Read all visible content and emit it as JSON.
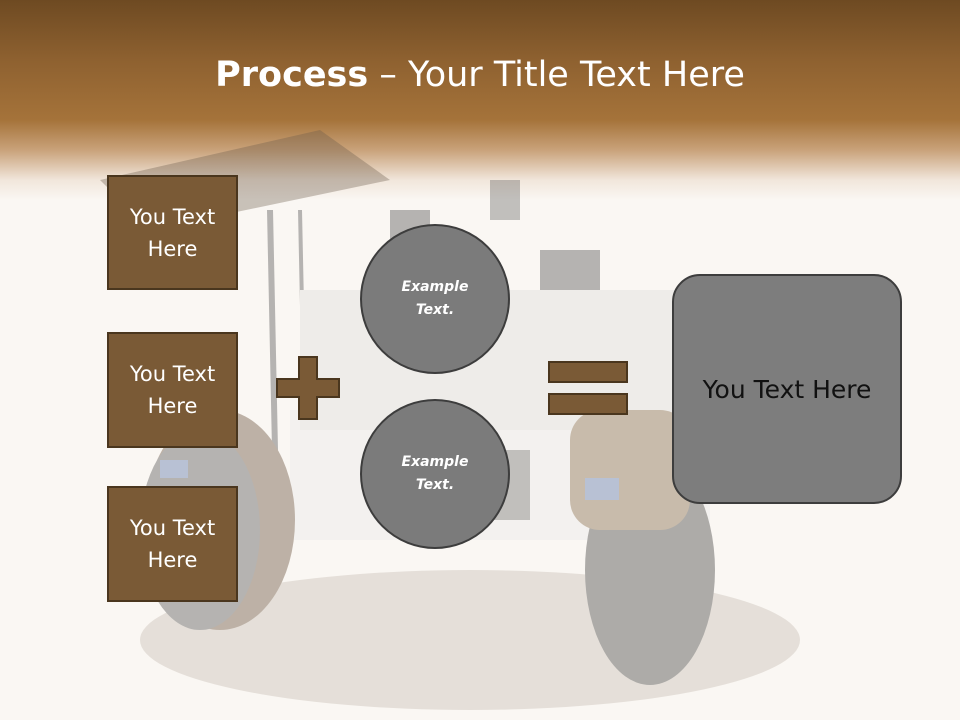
{
  "slide": {
    "title_bold": "Process",
    "title_dash": " – ",
    "title_rest": "Your Title Text Here"
  },
  "left_boxes": [
    {
      "label": "You Text Here"
    },
    {
      "label": "You Text Here"
    },
    {
      "label": "You Text Here"
    }
  ],
  "circles": [
    {
      "label": "Example Text."
    },
    {
      "label": "Example Text."
    }
  ],
  "result_box": {
    "label": "You Text Here"
  },
  "colors": {
    "header_brown": "#8e6130",
    "box_fill": "#7a5a36",
    "circle_fill": "#7b7b7b",
    "result_fill": "#7d7d7d",
    "operator_fill": "#7a5a36"
  },
  "icons": {
    "plus": "plus-icon",
    "equals": "equals-icon"
  }
}
